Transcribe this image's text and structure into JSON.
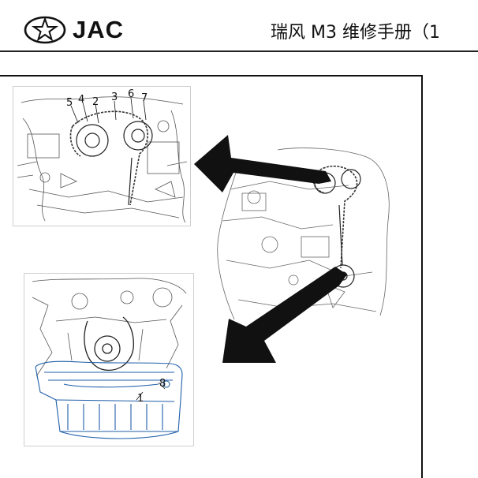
{
  "header": {
    "brand": "JAC",
    "title": "瑞风 M3 维修手册（1"
  },
  "figure_top": {
    "callouts": [
      "5",
      "4",
      "2",
      "3",
      "6",
      "7"
    ]
  },
  "figure_bottom": {
    "callouts": [
      "1",
      "8"
    ]
  }
}
